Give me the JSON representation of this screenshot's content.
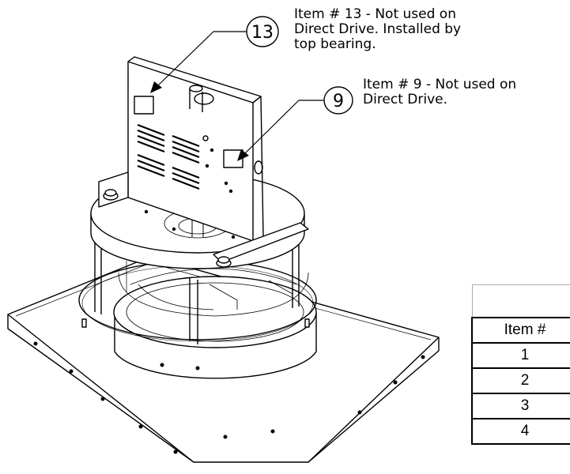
{
  "callouts": [
    {
      "number": "13",
      "lines": [
        "Item # 13 - Not used on",
        "Direct Drive. Installed by",
        "top bearing."
      ]
    },
    {
      "number": "9",
      "lines": [
        "Item # 9 - Not used on",
        "Direct Drive."
      ]
    }
  ],
  "parts_table": {
    "header": "Item #",
    "rows": [
      "1",
      "2",
      "3",
      "4"
    ]
  }
}
